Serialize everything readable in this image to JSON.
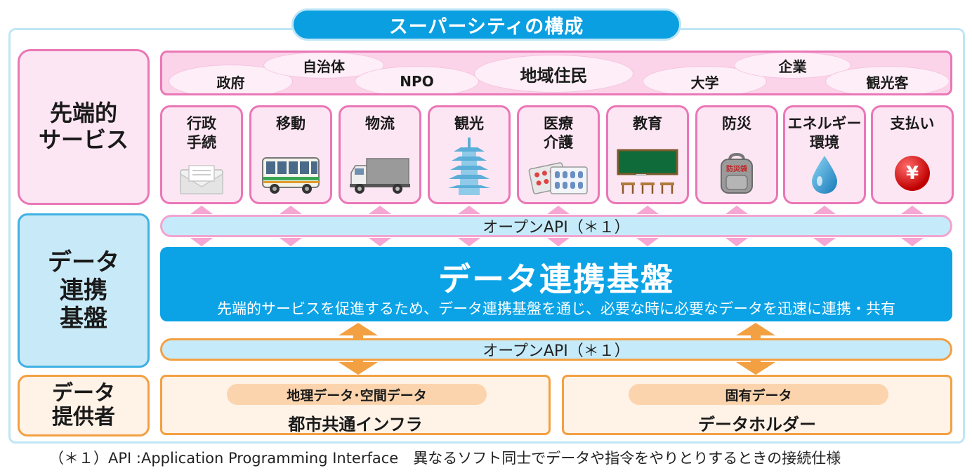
{
  "title": "スーパーシティの構成",
  "categories": {
    "services": "先端的\nサービス",
    "platform": "データ\n連携\n基盤",
    "providers": "データ\n提供者"
  },
  "stakeholders": [
    "政府",
    "自治体",
    "NPO",
    "地域住民",
    "大学",
    "企業",
    "観光客"
  ],
  "services": [
    {
      "label": "行政\n手続",
      "icon": "envelope-icon"
    },
    {
      "label": "移動",
      "icon": "bus-icon"
    },
    {
      "label": "物流",
      "icon": "truck-icon"
    },
    {
      "label": "観光",
      "icon": "pagoda-icon"
    },
    {
      "label": "医療\n介護",
      "icon": "pills-icon"
    },
    {
      "label": "教育",
      "icon": "classroom-icon"
    },
    {
      "label": "防災",
      "icon": "backpack-icon"
    },
    {
      "label": "エネルギー\n環境",
      "icon": "water-drop-icon"
    },
    {
      "label": "支払い",
      "icon": "yen-coin-icon"
    }
  ],
  "icon_texts": {
    "backpack": "防災袋",
    "yen": "¥"
  },
  "api_label": "オープンAPI（＊１）",
  "platform": {
    "title": "データ連携基盤",
    "description": "先端的サービスを促進するため、データ連携基盤を通じ、必要な時に必要なデータを迅速に連携・共有"
  },
  "providers": [
    {
      "pill": "地理データ･空間データ",
      "name": "都市共通インフラ"
    },
    {
      "pill": "固有データ",
      "name": "データホルダー"
    }
  ],
  "footnote": "（＊１）API :Application Programming Interface　異なるソフト同士でデータや指令をやりとりするときの接続仕様",
  "colors": {
    "accent_blue": "#0ba3e6",
    "pink_border": "#ea77b6",
    "pink_fill": "#fde6f3",
    "orange": "#f3a042",
    "light_blue": "#c5ebfa"
  }
}
